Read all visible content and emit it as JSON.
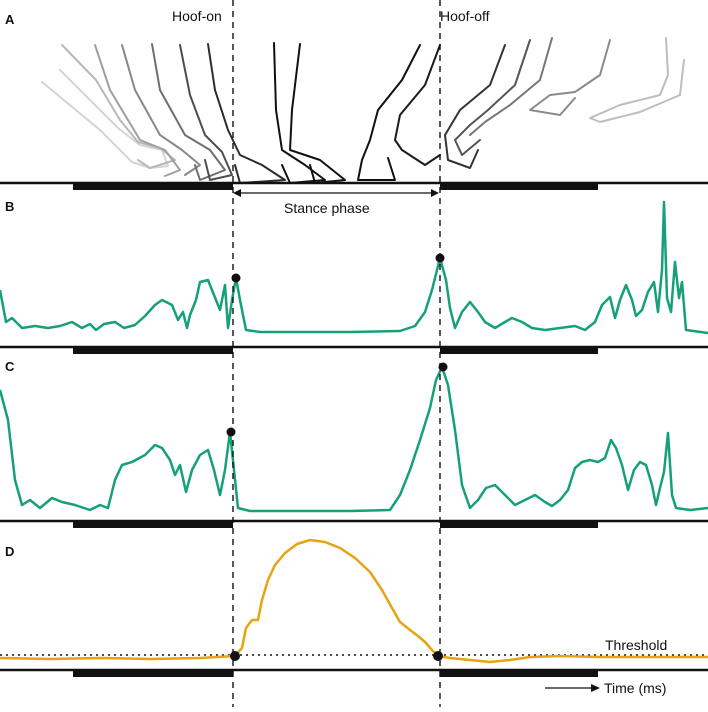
{
  "panels": {
    "a": "A",
    "b": "B",
    "c": "C",
    "d": "D"
  },
  "labels": {
    "hoof_on": "Hoof-on",
    "hoof_off": "Hoof-off",
    "stance_phase": "Stance phase",
    "threshold": "Threshold",
    "time": "Time (ms)"
  },
  "colors": {
    "signal": "#16a07a",
    "force": "#e6a413",
    "ink": "#111111"
  },
  "icons": {
    "hoof_sequence": "horse-hoof-silhouette-sequence",
    "time_arrow": "arrow-right-icon",
    "stance_arrow": "double-headed-arrow-icon"
  }
}
